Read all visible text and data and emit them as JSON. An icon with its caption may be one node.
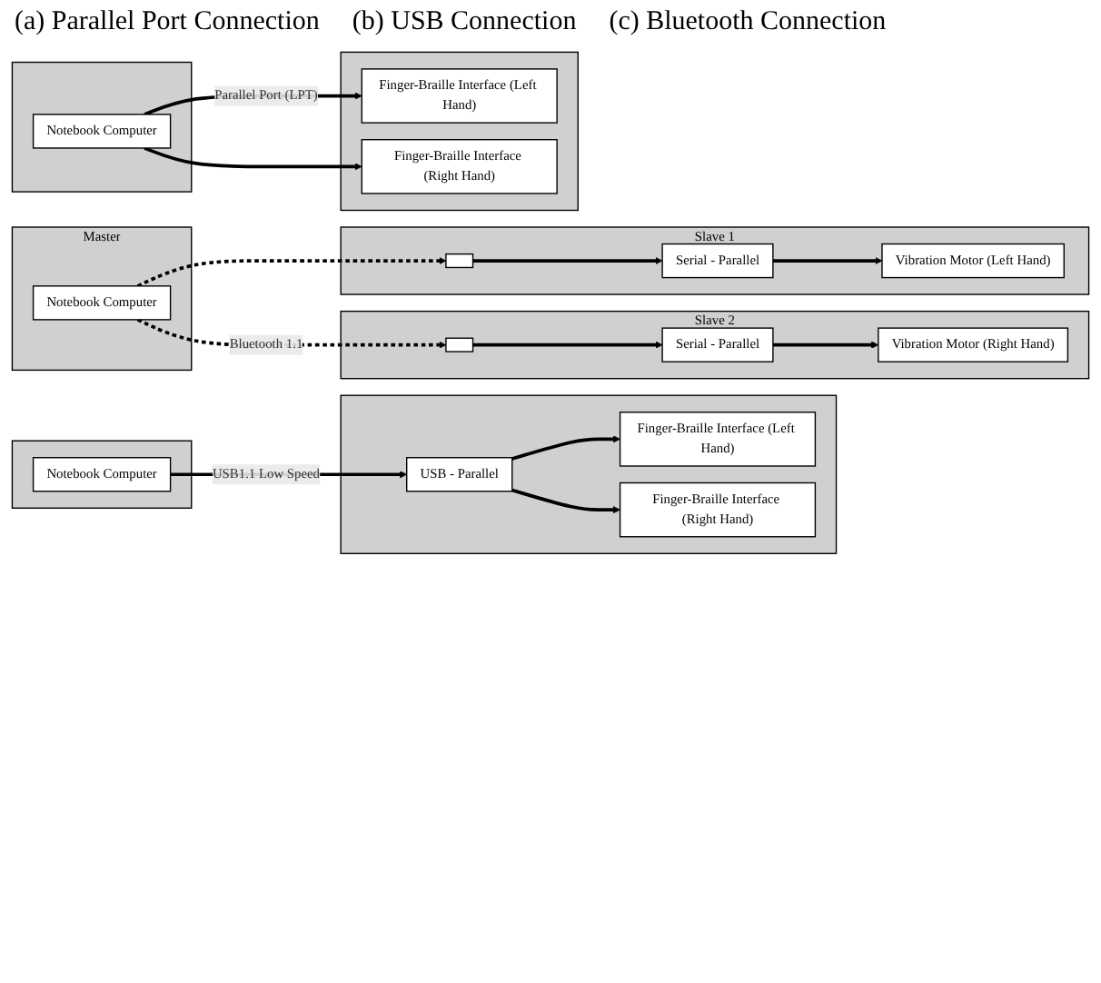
{
  "diagram": {
    "nodes": [
      {
        "text": [],
        "shape": "box"
      },
      {
        "text": [
          "Notebook Computer"
        ],
        "in": 0
      },
      {
        "text": [],
        "shape": "box"
      },
      {
        "text": [
          "Finger-Braille Interface (Left Hand)"
        ],
        "in": 2
      },
      {
        "text": [
          "Finger-Braille Interface (Right Hand)"
        ],
        "in": 2
      },
      {
        "text": [],
        "shape": "box"
      },
      {
        "text": [
          "Notebook Computer"
        ],
        "in": 5
      },
      {
        "text": [],
        "shape": "box"
      },
      {
        "text": [
          "USB - Parallel"
        ],
        "in": 7
      },
      {
        "text": [
          "Finger-Braille Interface (Left Hand)"
        ],
        "in": 7
      },
      {
        "text": [
          "Finger-Braille Interface (Right Hand)"
        ],
        "in": 7
      },
      {
        "text": [
          "Master"
        ]
      },
      {
        "text": [
          "Notebook Computer"
        ],
        "in": 11
      },
      {
        "text": [
          "Slave 1"
        ]
      },
      {
        "text": [],
        "shape": "box",
        "in": 13
      },
      {
        "text": [
          "Serial - Parallel"
        ],
        "in": 13
      },
      {
        "text": [
          "Vibration Motor (Left Hand)"
        ],
        "in": 13
      },
      {
        "text": [
          "Slave 2"
        ]
      },
      {
        "text": [],
        "shape": "box",
        "in": 17
      },
      {
        "text": [
          "Serial - Parallel"
        ],
        "in": 17
      },
      {
        "text": [
          "Vibration Motor (Right Hand)"
        ],
        "in": 17
      }
    ],
    "edges": [
      {
        "from": 1,
        "to": 3,
        "arrow": "to",
        "label": "Parallel Port (LPT)"
      },
      {
        "from": 1,
        "to": 4,
        "arrow": "to"
      },
      {
        "from": 6,
        "to": 8,
        "arrow": "to",
        "label": "USB1.1 Low Speed"
      },
      {
        "from": 8,
        "to": 9,
        "arrow": "to"
      },
      {
        "from": 8,
        "to": 10,
        "arrow": "to"
      },
      {
        "from": 12,
        "to": 14,
        "arrow": "to",
        "style": "dashed"
      },
      {
        "from": 12,
        "to": 18,
        "arrow": "to",
        "style": "dashed",
        "label": "Bluetooth 1.1"
      },
      {
        "from": 14,
        "to": 15,
        "arrow": "to"
      },
      {
        "from": 15,
        "to": 16,
        "arrow": "to"
      },
      {
        "from": 18,
        "to": 19,
        "arrow": "to"
      },
      {
        "from": 19,
        "to": 20,
        "arrow": "to"
      }
    ],
    "labels": [
      "(a) Parallel Port Connection",
      "(b) USB Connection",
      "(c) Bluetooth Connection"
    ]
  }
}
